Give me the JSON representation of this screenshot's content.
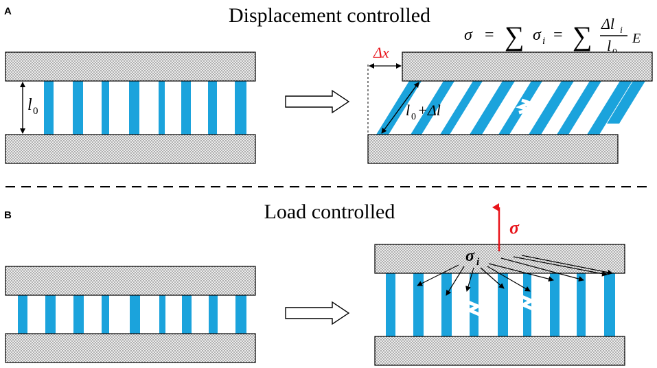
{
  "panel_a": {
    "letter": "A",
    "heading": "Displacement controlled",
    "formula": {
      "sigma_vec": "σ⃗",
      "equals1": "=",
      "sum1": "∑",
      "sigma_i": "σ",
      "sub_i": "i",
      "equals2": "=",
      "sum2": "∑",
      "frac_num": "Δl",
      "frac_num_sub": "i",
      "frac_den": "l",
      "frac_den_sub": "0",
      "modulus": "E"
    },
    "label_l0": "l",
    "label_l0_sub": "0",
    "label_dx": "Δx",
    "label_stretched": "l",
    "label_stretched_sub": "0",
    "label_stretched_rest": "+Δl"
  },
  "panel_b": {
    "letter": "B",
    "heading": "Load controlled",
    "load_label": "σ⃗",
    "stress_label": "σ",
    "stress_label_sub": "i"
  },
  "colors": {
    "fiber": "#1ba3dc",
    "plate": "#e6e6e6",
    "red": "#e8141b",
    "stroke": "#000000"
  }
}
